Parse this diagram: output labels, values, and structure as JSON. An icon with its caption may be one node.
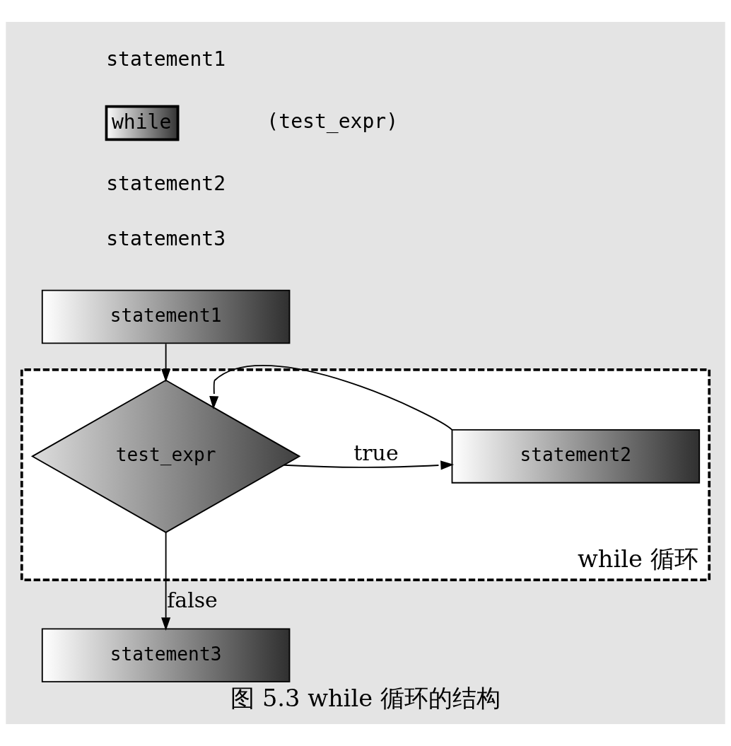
{
  "diagram": {
    "caption": "图 5.3 while 循环的结构",
    "nodes": [
      {
        "text": [
          "statement1"
        ]
      },
      {
        "text": [
          "while 循环"
        ]
      },
      {
        "text": [
          "test_expr"
        ],
        "in": 1
      },
      {
        "text": [
          "statement2"
        ],
        "in": 1
      },
      {
        "text": [
          "statement3"
        ]
      }
    ],
    "edges": [
      {
        "from": 0,
        "to": 2,
        "arrow": "to"
      },
      {
        "from": 2,
        "to": 3,
        "arrow": "to",
        "label": "true"
      },
      {
        "from": 3,
        "to": 2,
        "arrow": "to"
      },
      {
        "from": 2,
        "to": 4,
        "arrow": "to",
        "label": "false"
      }
    ],
    "labels": [
      "statement1",
      "while",
      "(test_expr)",
      "statement2",
      "statement3"
    ]
  }
}
